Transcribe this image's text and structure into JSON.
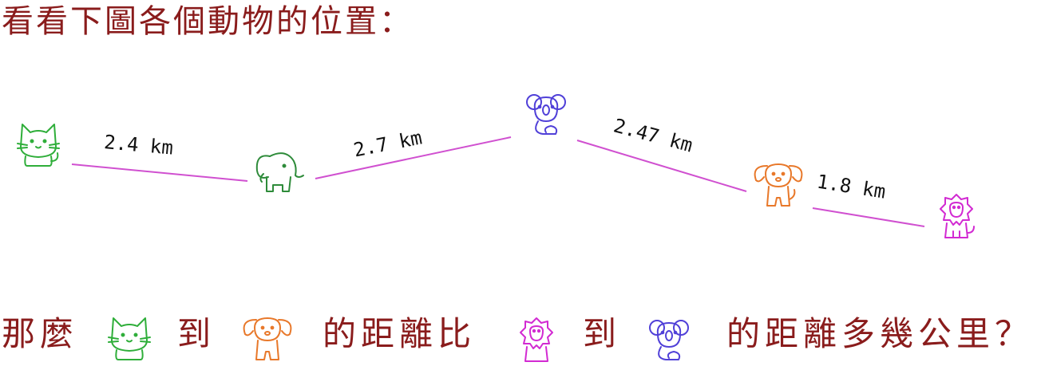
{
  "title": "看看下圖各個動物的位置：",
  "animals": [
    {
      "name": "cat",
      "color": "#2fae3a"
    },
    {
      "name": "elephant",
      "color": "#2e8b3a"
    },
    {
      "name": "koala",
      "color": "#5040d8"
    },
    {
      "name": "dog",
      "color": "#e8782a"
    },
    {
      "name": "lion",
      "color": "#d22ad2"
    }
  ],
  "route_color": "#d050d0",
  "distances": [
    {
      "from": "cat",
      "to": "elephant",
      "label": "2.4 km"
    },
    {
      "from": "elephant",
      "to": "koala",
      "label": "2.7 km"
    },
    {
      "from": "koala",
      "to": "dog",
      "label": "2.47 km"
    },
    {
      "from": "dog",
      "to": "lion",
      "label": "1.8 km"
    }
  ],
  "question": {
    "part1": "那麼",
    "to1": "到",
    "part2": "的距離比",
    "to2": "到",
    "part3": "的距離多幾公里？"
  }
}
